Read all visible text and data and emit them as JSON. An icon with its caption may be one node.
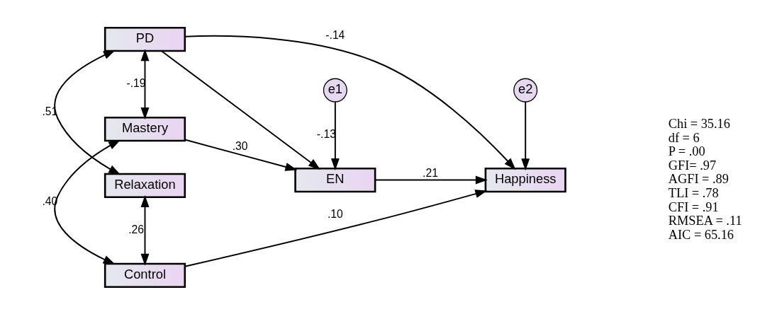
{
  "diagram": {
    "nodes": [
      {
        "text": [
          "PD"
        ]
      },
      {
        "text": [
          "Relaxation"
        ]
      },
      {
        "text": [
          "Mastery"
        ]
      },
      {
        "text": [
          "Control"
        ]
      },
      {
        "text": [
          "e1"
        ]
      },
      {
        "text": [
          "EN"
        ]
      },
      {
        "text": [
          "e2"
        ]
      },
      {
        "text": [
          "Happiness"
        ]
      }
    ],
    "edges": [
      {
        "from": 0,
        "to": 1,
        "arrow": "both",
        "label": ".51"
      },
      {
        "from": 0,
        "to": 2,
        "arrow": "both",
        "label": "-.19"
      },
      {
        "from": 1,
        "to": 3,
        "arrow": "both",
        "label": ".26"
      },
      {
        "from": 2,
        "to": 3,
        "arrow": "both",
        "label": ".40"
      },
      {
        "from": 0,
        "to": 5,
        "arrow": "to"
      },
      {
        "from": 0,
        "to": 7,
        "arrow": "to",
        "label": "-.14"
      },
      {
        "from": 4,
        "to": 5,
        "arrow": "to",
        "label": "-.13"
      },
      {
        "from": 2,
        "to": 5,
        "arrow": "to",
        "label": ".30"
      },
      {
        "from": 5,
        "to": 7,
        "arrow": "to",
        "label": ".21"
      },
      {
        "from": 6,
        "to": 7,
        "arrow": "to"
      },
      {
        "from": 3,
        "to": 7,
        "arrow": "to",
        "label": ".10"
      }
    ],
    "labels": [
      "Chi = 35.16",
      "df = 6",
      "P = .00",
      "GFI= .97",
      "AGFI = .89",
      "TLI = .78",
      "CFI = .91",
      "RMSEA = .11",
      "AIC = 65.16"
    ]
  }
}
